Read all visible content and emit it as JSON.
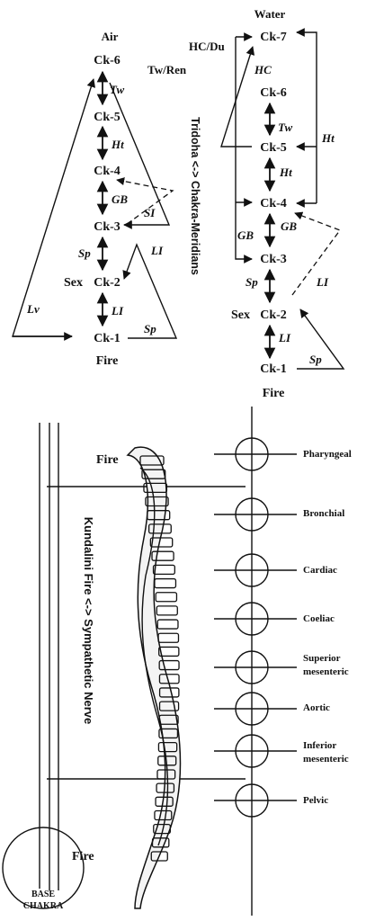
{
  "left_chart": {
    "top_label": "Air",
    "bottom_label": "Fire",
    "tw_ren_label": "Tw/Ren",
    "nodes": {
      "ck6": "Ck-6",
      "ck5": "Ck-5",
      "ck4": "Ck-4",
      "ck3": "Ck-3",
      "ck2": "Ck-2",
      "ck1": "Ck-1"
    },
    "sex_label": "Sex",
    "meridians": {
      "tw": "Tw",
      "ht": "Ht",
      "gb": "GB",
      "sp": "Sp",
      "li": "LI",
      "si": "SI",
      "li_right": "LI",
      "lv": "Lv",
      "sp_bottom": "Sp"
    }
  },
  "middle_label": "Tridoha <-> Chakra-Meridians",
  "right_chart": {
    "top_label": "Water",
    "hc_du_label": "HC/Du",
    "bottom_label": "Fire",
    "nodes": {
      "ck7": "Ck-7",
      "ck6": "Ck-6",
      "ck5": "Ck-5",
      "ck4": "Ck-4",
      "ck3": "Ck-3",
      "ck2": "Ck-2",
      "ck1": "Ck-1"
    },
    "sex_label": "Sex",
    "meridians": {
      "hc": "HC",
      "tw": "Tw",
      "ht_inner": "Ht",
      "ht_outer": "Ht",
      "gb": "GB",
      "gb_left": "GB",
      "sp": "Sp",
      "li": "LI",
      "li_right": "LI",
      "sp_bottom": "Sp"
    }
  },
  "lower": {
    "fire_top": "Fire",
    "fire_bottom": "Fire",
    "vertical_label": "Kundalini Fire <-> Sympathetic Nerve",
    "base_chakra_line1": "BASE",
    "base_chakra_line2": "CHAKRA",
    "plexuses": {
      "pharyngeal": "Pharyngeal",
      "bronchial": "Bronchial",
      "cardiac": "Cardiac",
      "coeliac": "Coeliac",
      "superior_line1": "Superior",
      "superior_line2": "mesenteric",
      "aortic": "Aortic",
      "inferior_line1": "Inferior",
      "inferior_line2": "mesenteric",
      "pelvic": "Pelvic"
    }
  }
}
